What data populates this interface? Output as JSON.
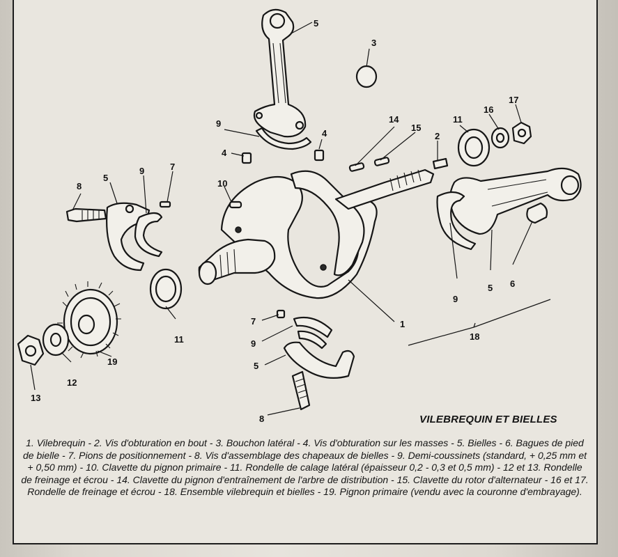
{
  "figure": {
    "title": "VILEBREQUIN ET BIELLES",
    "legend": "1. Vilebrequin - 2. Vis d'obturation en bout - 3. Bouchon latéral - 4. Vis d'obturation sur les masses - 5. Bielles - 6. Bagues de pied de bielle - 7. Pions de positionnement - 8. Vis d'assemblage des chapeaux de bielles - 9. Demi-coussinets (standard, + 0,25 mm et + 0,50 mm) - 10. Clavette du pignon primaire - 11. Rondelle de calage latéral (épaisseur 0,2 - 0,3 et 0,5 mm) - 12 et 13. Rondelle de freinage et écrou - 14. Clavette du pignon d'entraînement de l'arbre de distribution - 15. Clavette du rotor d'alternateur - 16 et 17. Rondelle de freinage et écrou - 18. Ensemble vilebrequin et bielles - 19. Pignon primaire (vendu avec la couronne d'embrayage)."
  },
  "callouts": {
    "c1": "1",
    "c2": "2",
    "c3": "3",
    "c4a": "4",
    "c4b": "4",
    "c5a": "5",
    "c5b": "5",
    "c5c": "5",
    "c5d": "5",
    "c6": "6",
    "c7a": "7",
    "c7b": "7",
    "c8a": "8",
    "c8b": "8",
    "c9a": "9",
    "c9b": "9",
    "c9c": "9",
    "c9d": "9",
    "c10": "10",
    "c11a": "11",
    "c11b": "11",
    "c12": "12",
    "c13": "13",
    "c14": "14",
    "c15": "15",
    "c16": "16",
    "c17": "17",
    "c18": "18",
    "c19": "19"
  }
}
